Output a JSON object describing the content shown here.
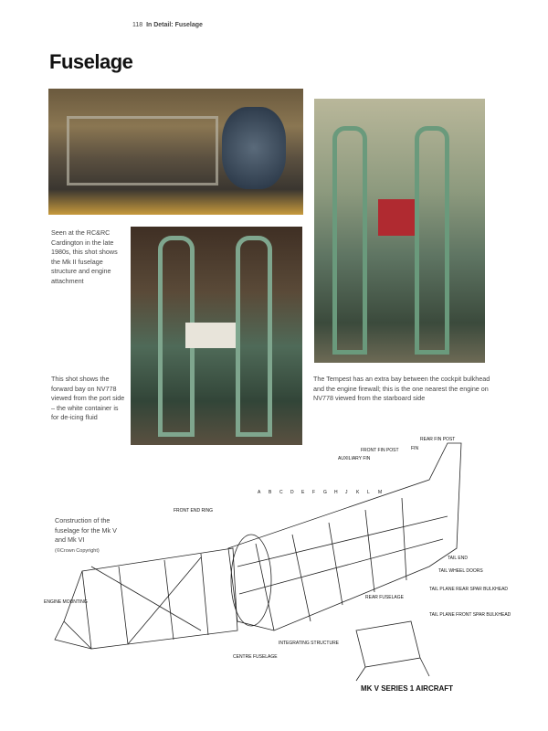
{
  "header": {
    "page_number": "118",
    "running_title": "In Detail: Fuselage"
  },
  "title": "Fuselage",
  "captions": {
    "photo1": "Seen at the RC&RC Cardington in the late 1980s, this shot shows the Mk II fuselage structure and engine attachment",
    "photo3": "This shot shows the forward bay on NV778 viewed from the port side – the white container is for de-icing fluid",
    "photo2": "The Tempest has an extra bay between the cockpit bulkhead and the engine firewall; this is the one nearest the engine on NV778 viewed from the starboard side",
    "diagram": "Construction of the fuselage for the Mk V and Mk VI",
    "diagram_credit": "(©Crown Copyright)"
  },
  "diagram": {
    "labels": {
      "rear_fin_post": "REAR FIN POST",
      "fin": "FIN",
      "front_fin_post": "FRONT FIN POST",
      "auxiliary_fin": "AUXILIARY FIN",
      "front_end_ring": "FRONT END RING",
      "tail_end": "TAIL END",
      "tail_wheel_doors": "TAIL WHEEL DOORS",
      "tail_plane_rear_spar": "TAIL PLANE REAR SPAR BULKHEAD",
      "rear_fuselage": "REAR FUSELAGE",
      "tail_plane_front_spar": "TAIL PLANE FRONT SPAR BULKHEAD",
      "integrating_structure": "INTEGRATING STRUCTURE",
      "centre_fuselage": "CENTRE FUSELAGE",
      "engine_mounting": "ENGINE MOUNTING"
    },
    "frame_letters": [
      "A",
      "B",
      "C",
      "D",
      "E",
      "F",
      "G",
      "H",
      "J",
      "K",
      "L",
      "M"
    ],
    "subtitle": "MK V SERIES 1 AIRCRAFT"
  }
}
